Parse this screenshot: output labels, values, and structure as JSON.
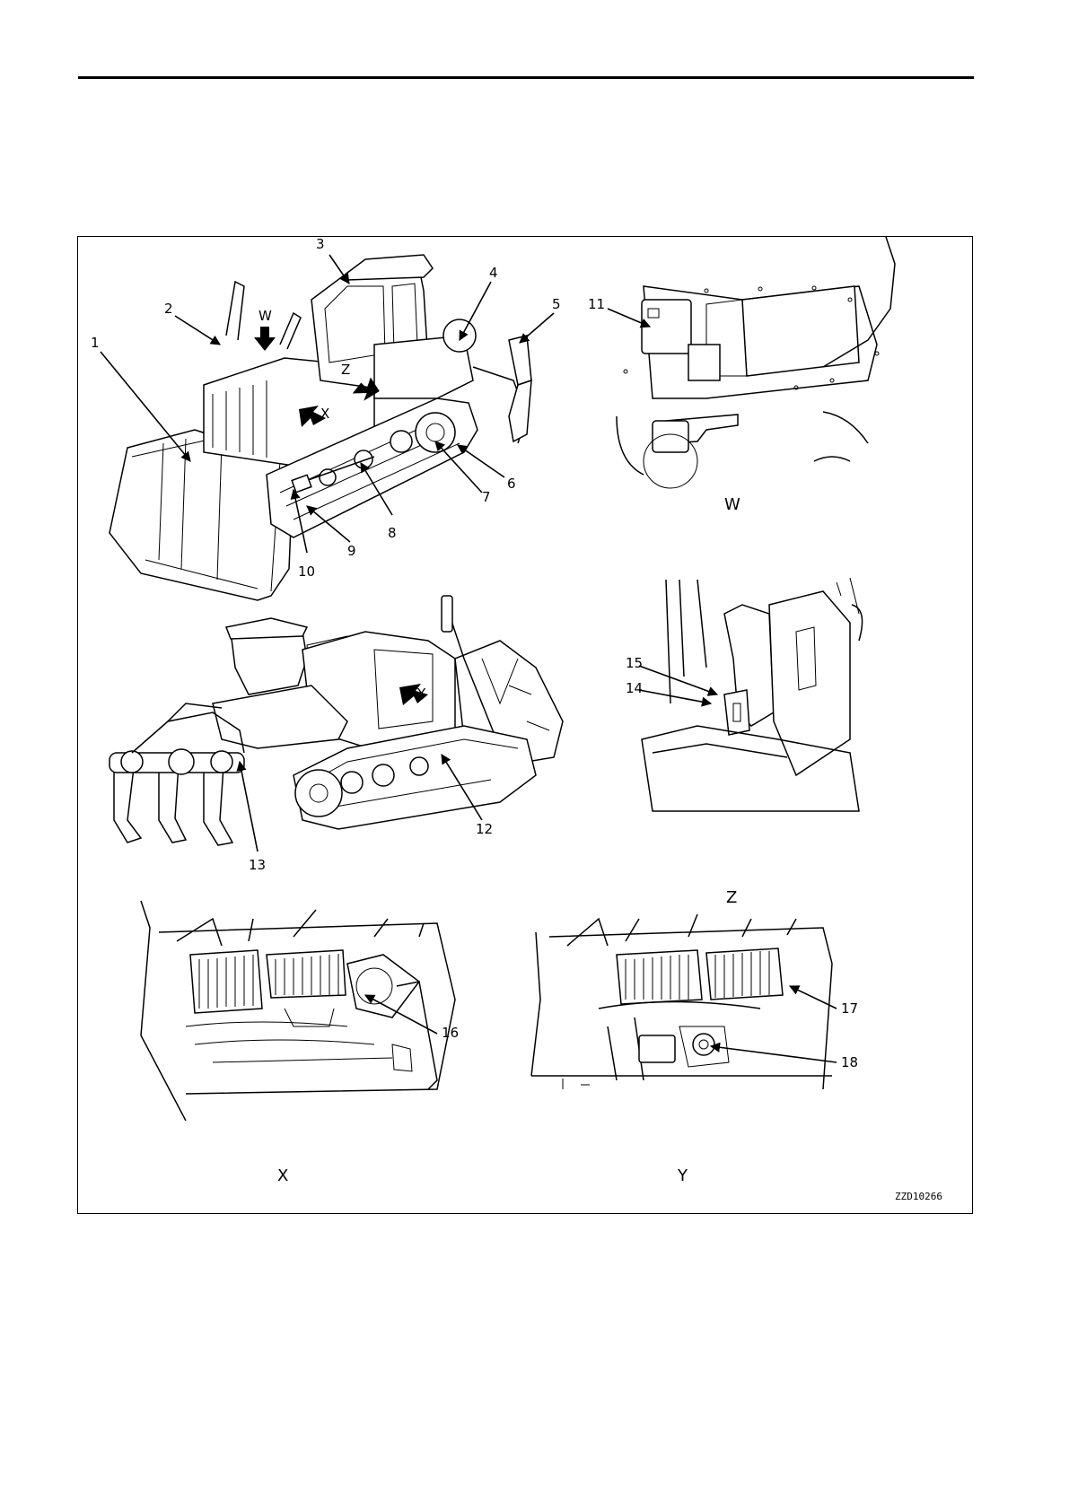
{
  "page": {
    "figure_code": "ZZD10266"
  },
  "callouts": [
    "1",
    "2",
    "3",
    "4",
    "5",
    "6",
    "7",
    "8",
    "9",
    "10",
    "11",
    "12",
    "13",
    "14",
    "15",
    "16",
    "17",
    "18"
  ],
  "view_markers": [
    "W",
    "Z",
    "X",
    "Y"
  ],
  "view_titles": {
    "w": "W",
    "z": "Z",
    "x": "X",
    "y": "Y"
  }
}
